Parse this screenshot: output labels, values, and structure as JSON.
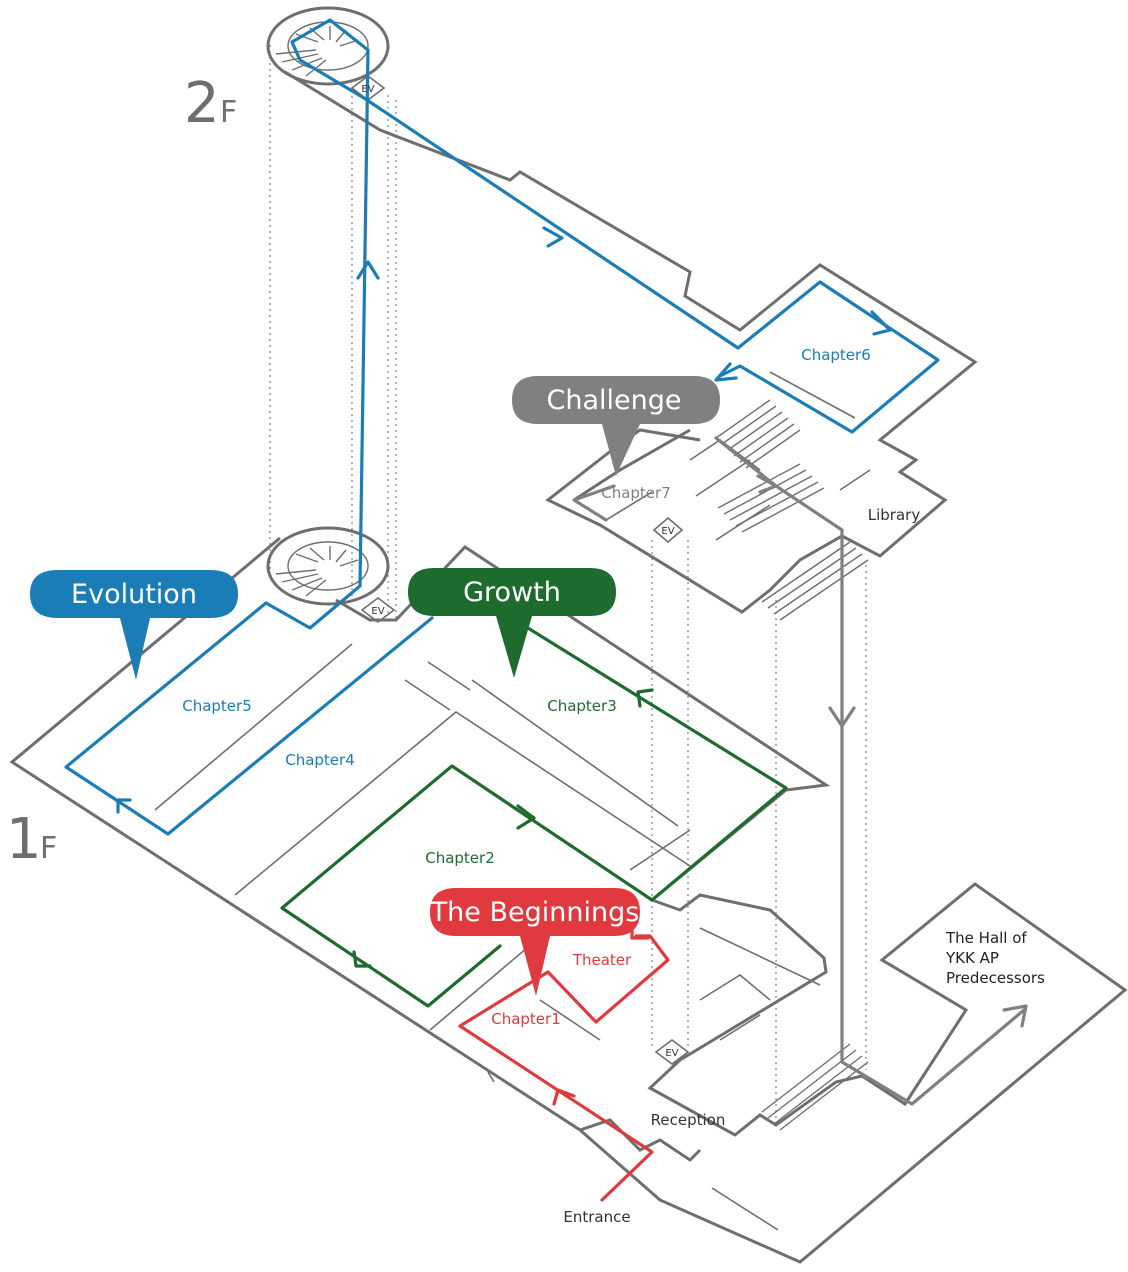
{
  "floors": {
    "second_num": "2",
    "second_suffix": "F",
    "first_num": "1",
    "first_suffix": "F"
  },
  "colors": {
    "evolution": "#1a7db5",
    "growth": "#1e6b2e",
    "beginnings": "#e03a3e",
    "challenge": "#808080",
    "walls": "#6e6e6e"
  },
  "zones": {
    "evolution": "Evolution",
    "growth": "Growth",
    "beginnings": "The Beginnings",
    "challenge": "Challenge"
  },
  "chapters": {
    "ch1": "Chapter1",
    "ch2": "Chapter2",
    "ch3": "Chapter3",
    "ch4": "Chapter4",
    "ch5": "Chapter5",
    "ch6": "Chapter6",
    "ch7": "Chapter7"
  },
  "places": {
    "theater": "Theater",
    "library": "Library",
    "reception": "Reception",
    "entrance": "Entrance",
    "hall_line1": "The Hall of",
    "hall_line2": "YKK AP",
    "hall_line3": "Predecessors",
    "ev": "EV"
  }
}
